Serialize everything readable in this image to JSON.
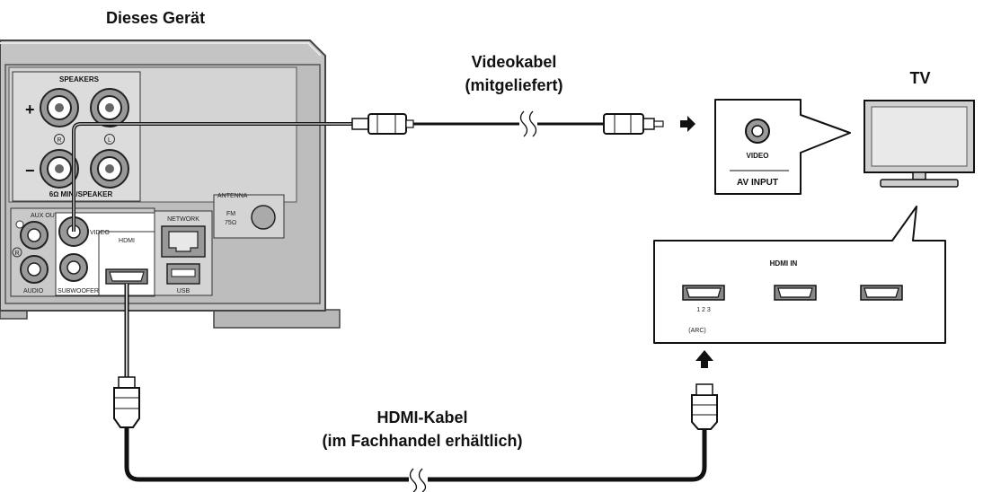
{
  "device": {
    "title": "Dieses Gerät",
    "panel": {
      "speakers": "SPEAKERS",
      "plus": "+",
      "minus": "−",
      "right": "R",
      "left": "L",
      "speaker_impedance": "6Ω MIN./SPEAKER",
      "aux_output": "AUX OUTPUT",
      "video": "VIDEO",
      "hdmi": "HDMI",
      "network": "NETWORK",
      "usb": "USB",
      "antenna": "ANTENNA",
      "fm": "FM",
      "fm_ohm": "75Ω",
      "audio": "AUDIO",
      "subwoofer": "SUBWOOFER",
      "aux_r": "R"
    }
  },
  "video_cable": {
    "line1": "Videokabel",
    "line2": "(mitgeliefert)"
  },
  "tv": {
    "title": "TV",
    "av_video": "VIDEO",
    "av_input": "AV INPUT",
    "hdmi_in": "HDMI IN",
    "port_numbers": "1  2  3",
    "arc": "(ARC)"
  },
  "hdmi_cable": {
    "line1": "HDMI-Kabel",
    "line2": "(im Fachhandel erhältlich)"
  }
}
